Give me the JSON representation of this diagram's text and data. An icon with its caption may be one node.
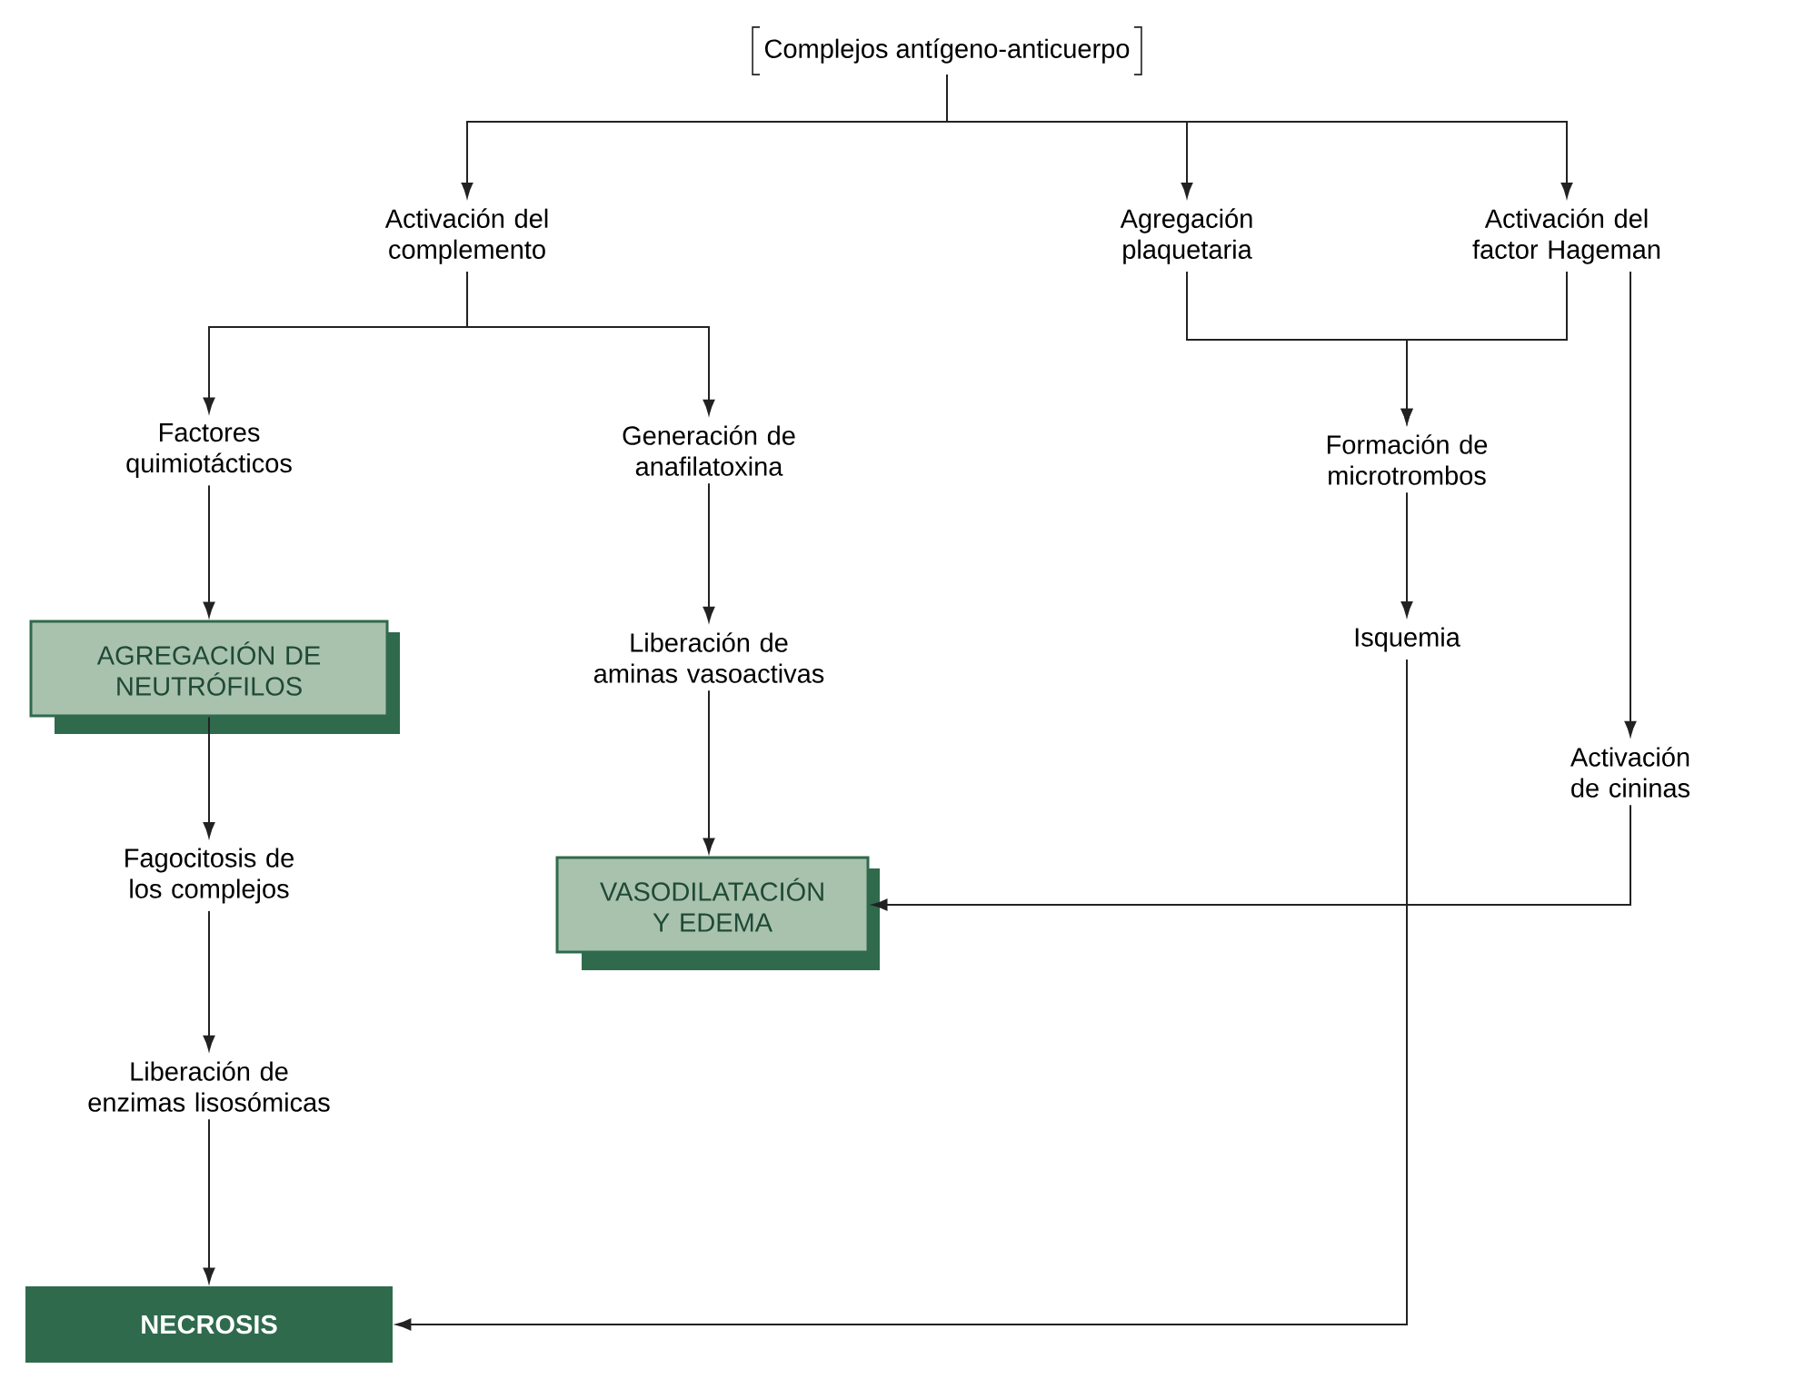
{
  "diagram": {
    "nodes": [
      {
        "text": [
          "Complejos antígeno-anticuerpo"
        ]
      },
      {
        "text": [
          "Activación del complemento"
        ]
      },
      {
        "text": [
          "Agregación plaquetaria"
        ]
      },
      {
        "text": [
          "Activación del factor Hageman"
        ]
      },
      {
        "text": [
          "Factores quimiotácticos"
        ]
      },
      {
        "text": [
          "Generación de anafilatoxina"
        ]
      },
      {
        "text": [
          "Formación de microtrombos"
        ]
      },
      {
        "text": [
          "AGREGACIÓN DE NEUTRÓFILOS"
        ]
      },
      {
        "text": [
          "Liberación de aminas vasoactivas"
        ]
      },
      {
        "text": [
          "Isquemia"
        ]
      },
      {
        "text": [
          "Activación de cininas"
        ]
      },
      {
        "text": [
          "Fagocitosis de los complejos"
        ]
      },
      {
        "text": [
          "VASODILATACIÓN Y EDEMA"
        ]
      },
      {
        "text": [
          "Liberación de enzimas lisosómicas"
        ]
      },
      {
        "text": [
          "NECROSIS"
        ]
      }
    ],
    "edges": [
      {
        "from": 0,
        "to": 1,
        "arrow": "to"
      },
      {
        "from": 0,
        "to": 2,
        "arrow": "to"
      },
      {
        "from": 0,
        "to": 3,
        "arrow": "to"
      },
      {
        "from": 1,
        "to": 4,
        "arrow": "to"
      },
      {
        "from": 1,
        "to": 5,
        "arrow": "to"
      },
      {
        "from": 2,
        "to": 6,
        "arrow": "to"
      },
      {
        "from": 3,
        "to": 6,
        "arrow": "to"
      },
      {
        "from": 3,
        "to": 10,
        "arrow": "to"
      },
      {
        "from": 4,
        "to": 7,
        "arrow": "to"
      },
      {
        "from": 5,
        "to": 8,
        "arrow": "to"
      },
      {
        "from": 6,
        "to": 9,
        "arrow": "to"
      },
      {
        "from": 7,
        "to": 11,
        "arrow": "to"
      },
      {
        "from": 8,
        "to": 12,
        "arrow": "to"
      },
      {
        "from": 10,
        "to": 12,
        "arrow": "to"
      },
      {
        "from": 11,
        "to": 13,
        "arrow": "to"
      },
      {
        "from": 13,
        "to": 14,
        "arrow": "to"
      },
      {
        "from": 9,
        "to": 14,
        "arrow": "to"
      }
    ]
  }
}
